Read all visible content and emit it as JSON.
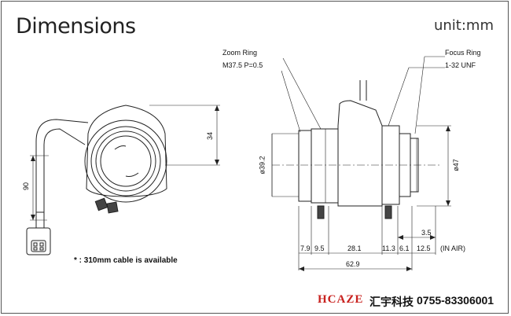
{
  "header": {
    "title": "Dimensions",
    "unit": "unit:mm"
  },
  "labels": {
    "zoom_ring": "Zoom Ring",
    "zoom_thread": "M37.5 P=0.5",
    "focus_ring": "Focus Ring",
    "focus_thread": "1-32 UNF"
  },
  "front_view": {
    "height": "34",
    "drop": "90"
  },
  "side_view": {
    "dia_front": "ø39.2",
    "dia_rear": "ø47",
    "seg1": "7.9",
    "seg2": "9.5",
    "seg3": "28.1",
    "seg4": "11.3",
    "seg5": "6.1",
    "seg6": "12.5",
    "back_focus": "3.5",
    "in_air": "(IN AIR)",
    "total": "62.9"
  },
  "note": "* : 310mm cable is available",
  "footer": {
    "brand": "HCAZE",
    "brand_cn": "汇宇科技",
    "phone": "0755-83306001"
  }
}
